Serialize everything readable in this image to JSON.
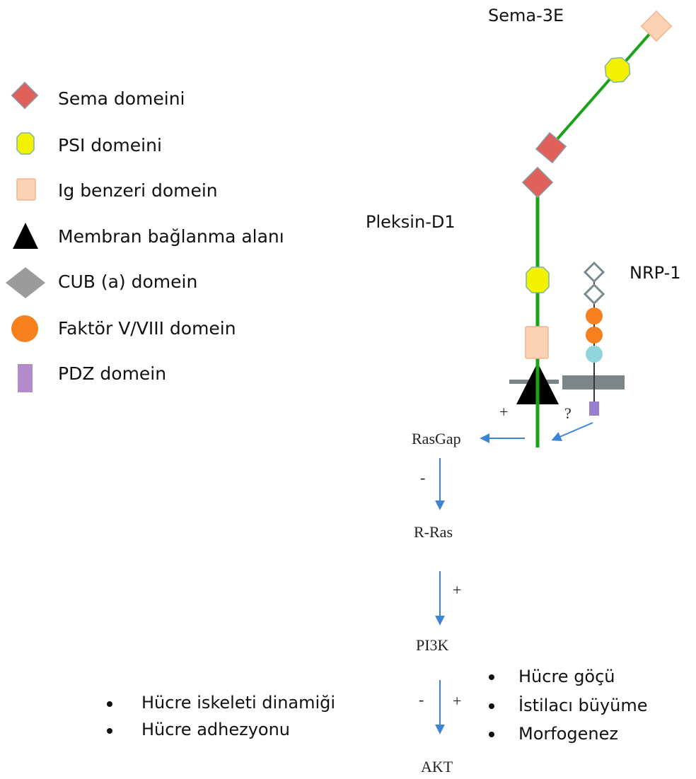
{
  "legend": {
    "items": [
      {
        "key": "sema",
        "label": "Sema domeini",
        "icon": "red-diamond-icon"
      },
      {
        "key": "psi",
        "label": "PSI domeini",
        "icon": "yellow-octagon-icon"
      },
      {
        "key": "ig",
        "label": "Ig benzeri domein",
        "icon": "peach-square-icon"
      },
      {
        "key": "membrane",
        "label": "Membran bağlanma alanı",
        "icon": "black-triangle-icon"
      },
      {
        "key": "cub",
        "label": "CUB (a) domein",
        "icon": "gray-diamond-icon"
      },
      {
        "key": "factor",
        "label": "Faktör V/VIII domein",
        "icon": "orange-circle-icon"
      },
      {
        "key": "pdz",
        "label": "PDZ domein",
        "icon": "purple-rect-icon"
      }
    ]
  },
  "labels": {
    "sema3e": "Sema-3E",
    "pleksin": "Pleksin-D1",
    "nrp1": "NRP-1"
  },
  "pathway": {
    "nodes": [
      "RasGap",
      "R-Ras",
      "PI3K",
      "AKT"
    ],
    "signs": {
      "plexin_to_rasgap": "+",
      "nrp_to_rasgap": "?",
      "rasgap_to_rras": "-",
      "rras_to_pi3k": "+",
      "pi3k_to_akt_left": "-",
      "pi3k_to_akt_right": "+"
    }
  },
  "outcomes": {
    "left": [
      "Hücre iskeleti dinamiği",
      "Hücre adhezyonu"
    ],
    "right": [
      "Hücre göçü",
      "İstilacı büyüme",
      "Morfogenez"
    ]
  },
  "colors": {
    "sema": "#e0605a",
    "psi": "#f2f200",
    "ig": "#fbd2b3",
    "membrane": "#000000",
    "cub": "#9b9b9b",
    "factor": "#f7801e",
    "pdz": "#b58acb",
    "stalk": "#1aa31a",
    "arrow": "#3e84d6",
    "membraneBar": "#7c8689",
    "cyan": "#8fd6dc"
  }
}
